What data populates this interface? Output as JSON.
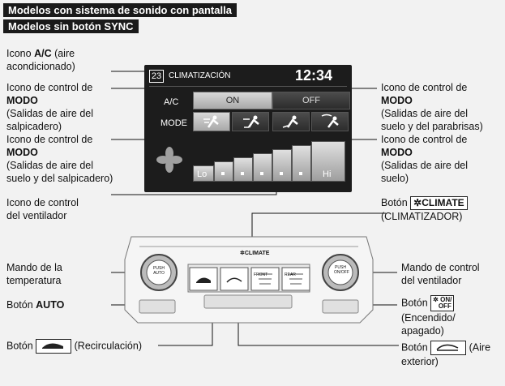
{
  "headers": {
    "top": "Modelos con sistema de sonido con pantalla",
    "sub": "Modelos sin botón SYNC"
  },
  "screen": {
    "zone_number": "23",
    "title": "CLIMATIZACIÓN",
    "time": "12:34",
    "ac_label": "A/C",
    "ac_on": "ON",
    "ac_off": "OFF",
    "mode_label": "MODE",
    "fan_lo": "Lo",
    "fan_hi": "Hi"
  },
  "labels": {
    "ac_icon": [
      "Icono ",
      "A/C",
      " (aire",
      "acondicionado)"
    ],
    "mode_dash": [
      "Icono de control de",
      "MODO",
      "(Salidas de aire del",
      "salpicadero)"
    ],
    "mode_floor_dash": [
      "Icono de control de",
      "MODO",
      "(Salidas de aire del",
      "suelo y del salpicadero)"
    ],
    "fan_icon": [
      "Icono de control",
      "del ventilador"
    ],
    "mode_floor_windshield": [
      "Icono de control de",
      "MODO",
      "(Salidas de aire del",
      "suelo y del parabrisas)"
    ],
    "mode_floor": [
      "Icono de control de",
      "MODO",
      "(Salidas de aire del",
      "suelo)"
    ],
    "climate_btn": [
      "Botón",
      "CLIMATE",
      "(CLIMATIZADOR)"
    ],
    "temp_knob": [
      "Mando de la",
      "temperatura"
    ],
    "auto_btn": [
      "Botón ",
      "AUTO"
    ],
    "recirc_btn": [
      "Botón",
      "(Recirculación)"
    ],
    "fan_knob": [
      "Mando de control",
      "del ventilador"
    ],
    "onoff_btn": [
      "Botón",
      "ON/",
      "OFF",
      "(Encendido/",
      "apagado)"
    ],
    "fresh_btn": [
      "Botón",
      "(Aire",
      "exterior)"
    ]
  },
  "panel": {
    "climate_label": "CLIMATE",
    "push_auto": "PUSH AUTO",
    "push_onoff": "PUSH ON/OFF",
    "front": "FRONT",
    "rear": "REAR"
  }
}
